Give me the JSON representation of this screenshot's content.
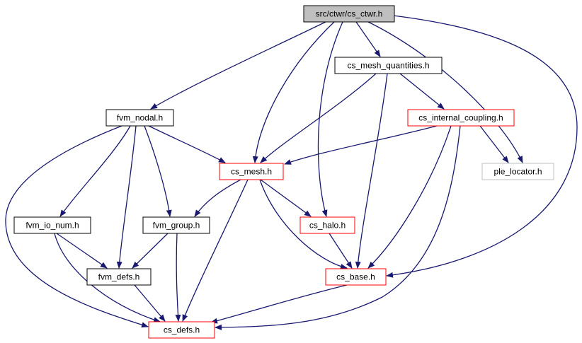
{
  "nodes": [
    {
      "id": "root",
      "label": "src/ctwr/cs_ctwr.h",
      "fill": "#bfbfbf",
      "stroke": "#000000"
    },
    {
      "id": "mq",
      "label": "cs_mesh_quantities.h",
      "fill": "#ffffff",
      "stroke": "#000000"
    },
    {
      "id": "nodal",
      "label": "fvm_nodal.h",
      "fill": "#ffffff",
      "stroke": "#000000"
    },
    {
      "id": "ic",
      "label": "cs_internal_coupling.h",
      "fill": "#ffffff",
      "stroke": "#ff0000"
    },
    {
      "id": "mesh",
      "label": "cs_mesh.h",
      "fill": "#ffffff",
      "stroke": "#ff0000"
    },
    {
      "id": "ple",
      "label": "ple_locator.h",
      "fill": "#ffffff",
      "stroke": "#bfbfbf"
    },
    {
      "id": "ionum",
      "label": "fvm_io_num.h",
      "fill": "#ffffff",
      "stroke": "#000000"
    },
    {
      "id": "group",
      "label": "fvm_group.h",
      "fill": "#ffffff",
      "stroke": "#000000"
    },
    {
      "id": "halo",
      "label": "cs_halo.h",
      "fill": "#ffffff",
      "stroke": "#ff0000"
    },
    {
      "id": "fdefs",
      "label": "fvm_defs.h",
      "fill": "#ffffff",
      "stroke": "#000000"
    },
    {
      "id": "base",
      "label": "cs_base.h",
      "fill": "#ffffff",
      "stroke": "#ff0000"
    },
    {
      "id": "defs",
      "label": "cs_defs.h",
      "fill": "#ffffff",
      "stroke": "#ff0000"
    }
  ],
  "edges": [
    {
      "from": "root",
      "to": "mq"
    },
    {
      "from": "root",
      "to": "nodal"
    },
    {
      "from": "root",
      "to": "mesh"
    },
    {
      "from": "root",
      "to": "halo"
    },
    {
      "from": "root",
      "to": "ple"
    },
    {
      "from": "root",
      "to": "base"
    },
    {
      "from": "mq",
      "to": "mesh"
    },
    {
      "from": "mq",
      "to": "ic"
    },
    {
      "from": "mq",
      "to": "base"
    },
    {
      "from": "ic",
      "to": "mesh"
    },
    {
      "from": "ic",
      "to": "ple"
    },
    {
      "from": "ic",
      "to": "base"
    },
    {
      "from": "ic",
      "to": "defs"
    },
    {
      "from": "nodal",
      "to": "mesh"
    },
    {
      "from": "nodal",
      "to": "ionum"
    },
    {
      "from": "nodal",
      "to": "group"
    },
    {
      "from": "nodal",
      "to": "fdefs"
    },
    {
      "from": "nodal",
      "to": "defs"
    },
    {
      "from": "mesh",
      "to": "group"
    },
    {
      "from": "mesh",
      "to": "halo"
    },
    {
      "from": "mesh",
      "to": "base"
    },
    {
      "from": "mesh",
      "to": "defs"
    },
    {
      "from": "ionum",
      "to": "fdefs"
    },
    {
      "from": "ionum",
      "to": "defs"
    },
    {
      "from": "group",
      "to": "fdefs"
    },
    {
      "from": "group",
      "to": "defs"
    },
    {
      "from": "halo",
      "to": "base"
    },
    {
      "from": "fdefs",
      "to": "defs"
    },
    {
      "from": "base",
      "to": "defs"
    }
  ],
  "colors": {
    "edge": "#191970",
    "background": "#ffffff"
  }
}
